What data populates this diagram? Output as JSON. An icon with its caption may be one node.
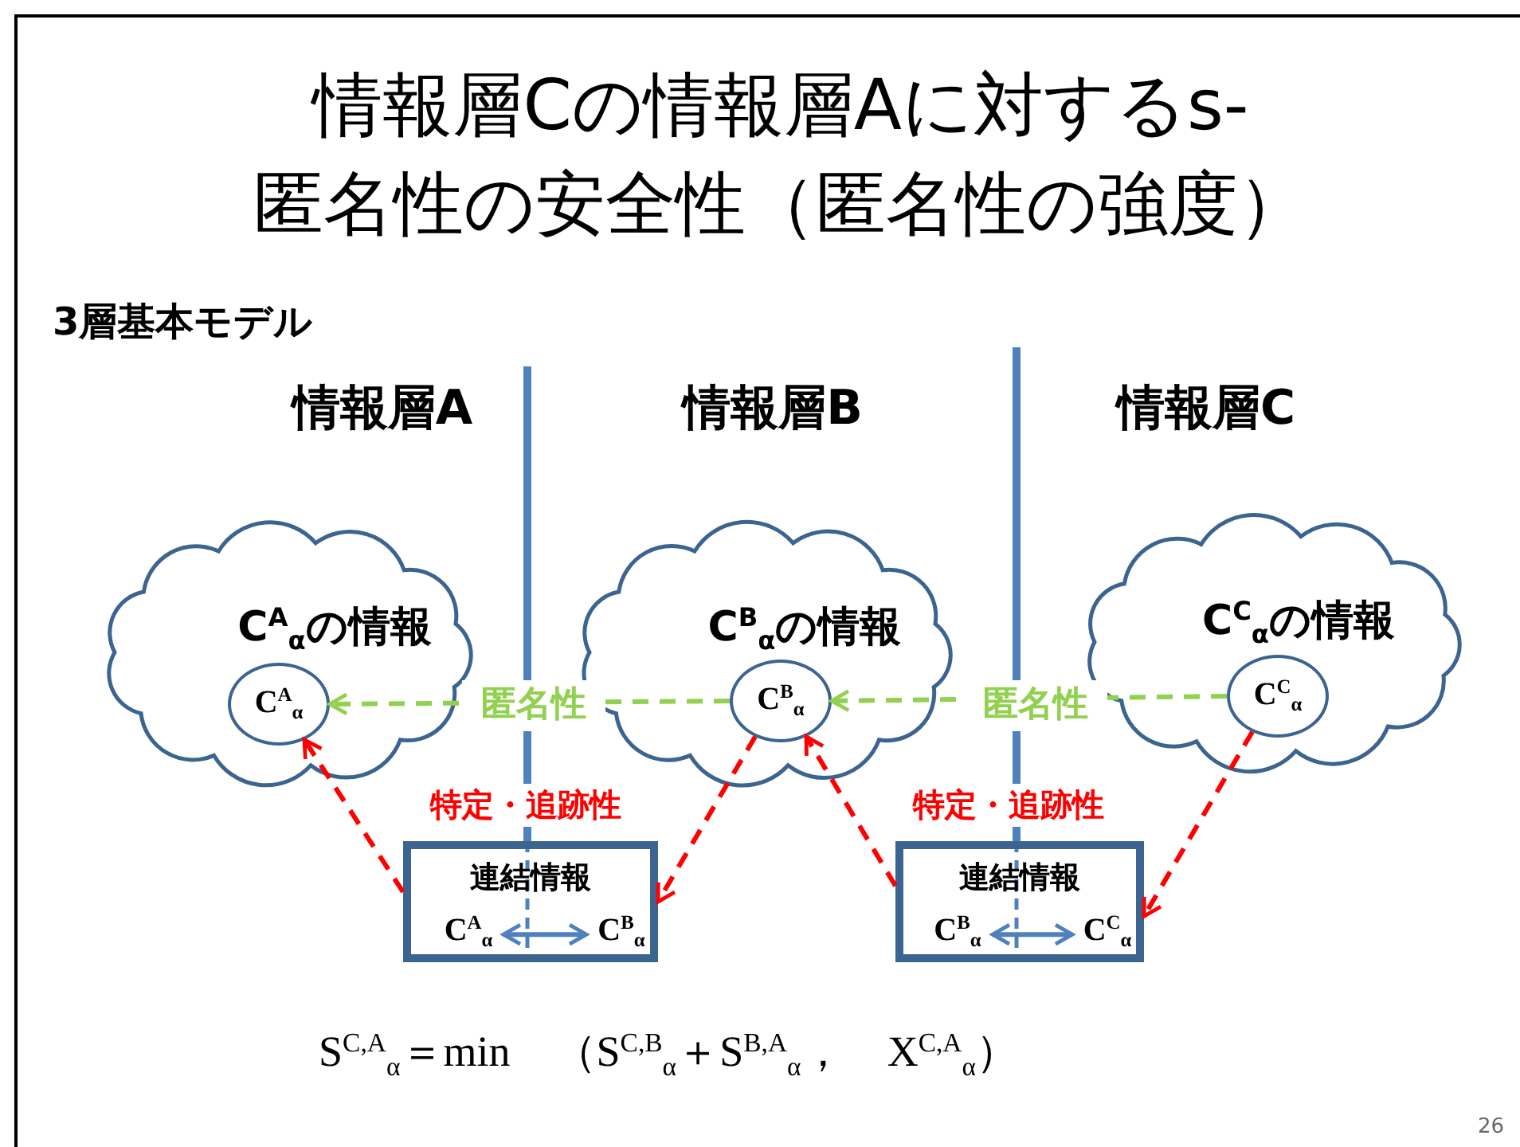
{
  "diagram": {
    "title": "情報層Cの情報層Aに対するs-匿名性の安全性（匿名性の強度）",
    "nodes": [
      {
        "text": [
          "C$^{A}$$_{α}$の情報"
        ]
      },
      {
        "text": [
          "C$^{A}$$_{α}$"
        ],
        "in": 0
      },
      {
        "text": [
          "C$^{B}$$_{α}$の情報"
        ]
      },
      {
        "text": [
          "C$^{B}$$_{α}$"
        ],
        "in": 2
      },
      {
        "text": [
          "C$^{C}$$_{α}$の情報"
        ]
      },
      {
        "text": [
          "C$^{C}$$_{α}$"
        ],
        "in": 4
      },
      {
        "text": [
          "連結情報"
        ]
      },
      {
        "text": [
          "C$^{A}$$_{α}$"
        ],
        "in": 6
      },
      {
        "text": [
          "C$^{B}$$_{α}$"
        ],
        "in": 6
      },
      {
        "text": [
          "連結情報"
        ]
      },
      {
        "text": [
          "C$^{B}$$_{α}$"
        ],
        "in": 9
      },
      {
        "text": [
          "C$^{C}$$_{α}$"
        ],
        "in": 9
      }
    ],
    "edges": [
      {
        "from": 3,
        "to": 1,
        "arrow": "to",
        "label": "匿名性",
        "style": "dashed",
        "color": "#92d050"
      },
      {
        "from": 5,
        "to": 3,
        "arrow": "to",
        "label": "匿名性",
        "style": "dashed",
        "color": "#92d050"
      },
      {
        "from": 6,
        "to": 1,
        "arrow": "to",
        "style": "dashed",
        "color": "#ff0000"
      },
      {
        "from": 3,
        "to": 6,
        "arrow": "to",
        "style": "dashed",
        "color": "#ff0000"
      },
      {
        "from": 9,
        "to": 3,
        "arrow": "to",
        "style": "dashed",
        "color": "#ff0000"
      },
      {
        "from": 5,
        "to": 9,
        "arrow": "to",
        "style": "dashed",
        "color": "#ff0000"
      },
      {
        "from": 7,
        "to": 8,
        "arrow": "both",
        "color": "#4f81bd"
      },
      {
        "from": 10,
        "to": 11,
        "arrow": "both",
        "color": "#4f81bd"
      }
    ],
    "labels": [
      "3層基本モデル",
      "情報層A",
      "情報層B",
      "情報層C",
      "特定・追跡性",
      "特定・追跡性",
      "S$^{C,A}$$_{α}$＝min　（S$^{C,B}$$_{α}$＋S$^{B,A}$$_{α}$，　X$^{C,A}$$_{α}$）",
      "26"
    ]
  }
}
